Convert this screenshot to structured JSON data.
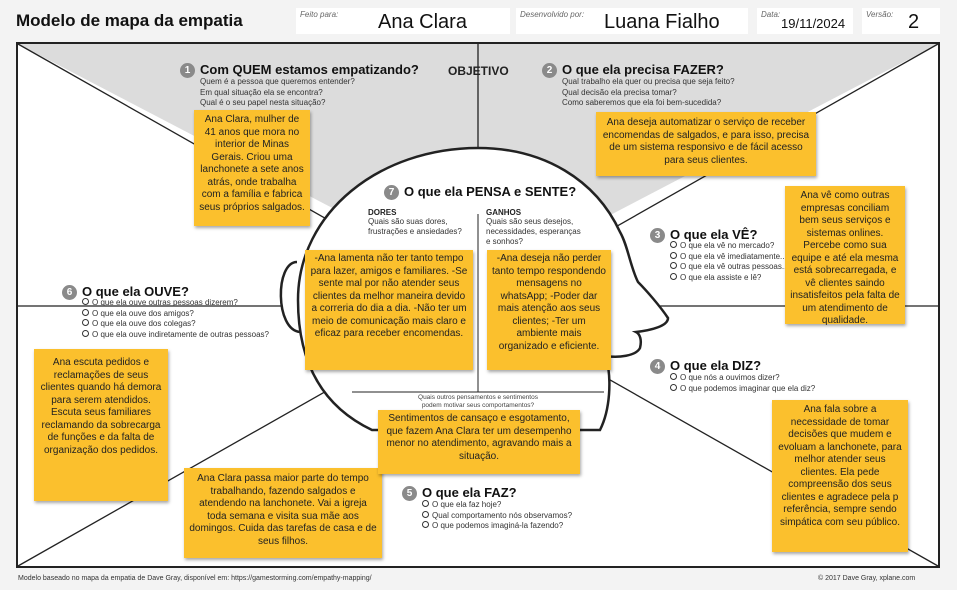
{
  "header": {
    "title": "Modelo de mapa da empatia",
    "feito_para_label": "Feito para:",
    "feito_para_value": "Ana Clara",
    "desenvolvido_label": "Desenvolvido por:",
    "desenvolvido_value": "Luana Fialho",
    "data_label": "Data:",
    "data_value": "19/11/2024",
    "versao_label": "Versão:",
    "versao_value": "2"
  },
  "objetivo": "OBJETIVO",
  "sections": {
    "quem": {
      "num": "1",
      "title": "Com QUEM estamos empatizando?",
      "questions": [
        "Quem é a pessoa que queremos entender?",
        "Em qual situação ela se encontra?",
        "Qual é o seu papel nesta situação?"
      ],
      "note": "Ana Clara, mulher de 41 anos que mora no interior de Minas Gerais. Criou uma lanchonete a sete anos atrás, onde trabalha com a família e fabrica seus próprios salgados."
    },
    "fazer": {
      "num": "2",
      "title": "O que ela precisa FAZER?",
      "questions": [
        "Qual trabalho ela quer ou precisa que seja feito?",
        "Qual decisão ela precisa tomar?",
        "Como saberemos que ela foi bem-sucedida?"
      ],
      "note": "Ana deseja automatizar o serviço de receber encomendas de salgados, e para isso, precisa de um sistema responsivo e de fácil acesso para seus clientes."
    },
    "ve": {
      "num": "3",
      "title": "O que ela VÊ?",
      "questions": [
        "O que ela vê no mercado?",
        "O que ela vê imediatamente...",
        "O que ela vê outras pessoas...",
        "O que ela assiste e lê?"
      ],
      "note": "Ana vê como outras empresas conciliam bem seus serviços e sistemas onlines. Percebe como sua equipe e até ela mesma está sobrecarregada, e vê clientes saindo insatisfeitos pela falta de um atendimento de qualidade."
    },
    "diz": {
      "num": "4",
      "title": "O que ela DIZ?",
      "questions": [
        "O que nós a ouvimos dizer?",
        "O que podemos imaginar que ela diz?"
      ],
      "note": "Ana fala sobre a necessidade de tomar decisões que mudem e evoluam a lanchonete, para melhor atender seus clientes. Ela pede compreensão dos seus clientes e agradece pela p referência, sempre sendo simpática com seu público."
    },
    "faz": {
      "num": "5",
      "title": "O que ela FAZ?",
      "questions": [
        "O que ela faz hoje?",
        "Qual comportamento nós observamos?",
        "O que podemos imaginá-la fazendo?"
      ],
      "note": "Ana Clara passa maior parte do tempo trabalhando, fazendo salgados e atendendo na lanchonete. Vai a igreja toda semana e visita sua mãe aos domingos. Cuida das tarefas de casa e de seus filhos."
    },
    "ouve": {
      "num": "6",
      "title": "O que ela OUVE?",
      "questions": [
        "O que ela ouve outras pessoas dizerem?",
        "O que ela ouve dos amigos?",
        "O que ela ouve dos colegas?",
        "O que ela ouve indiretamente de outras pessoas?"
      ],
      "note": "Ana escuta pedidos e reclamações de seus clientes quando há demora para serem atendidos. Escuta seus familiares reclamando da sobrecarga de funções e da falta de organização dos pedidos."
    },
    "pensa": {
      "num": "7",
      "title": "O que ela PENSA e SENTE?",
      "dores_label": "DORES",
      "dores_q": "Quais são suas dores, frustrações e ansiedades?",
      "ganhos_label": "GANHOS",
      "ganhos_q": "Quais são seus desejos, necessidades, esperanças e sonhos?",
      "dores_note": "-Ana lamenta não ter tanto tempo para lazer, amigos e familiares. -Se sente mal por não atender seus clientes da melhor maneira devido a correria do dia a dia. -Não ter um meio de comunicação mais claro e eficaz para receber encomendas.",
      "ganhos_note": "-Ana deseja não perder tanto tempo respondendo mensagens no whatsApp; -Poder dar mais atenção aos seus clientes; -Ter um ambiente mais organizado e eficiente.",
      "other_q": "Quais outros pensamentos e sentimentos podem motivar seus comportamentos?",
      "other_note": "Sentimentos de cansaço e esgotamento, que fazem Ana Clara ter um desempenho menor no atendimento, agravando mais a situação."
    }
  },
  "footer": {
    "left": "Modelo baseado no mapa da empatia de Dave Gray, disponível em: https://gamestorming.com/empathy-mapping/",
    "right": "© 2017 Dave Gray, xplane.com"
  }
}
